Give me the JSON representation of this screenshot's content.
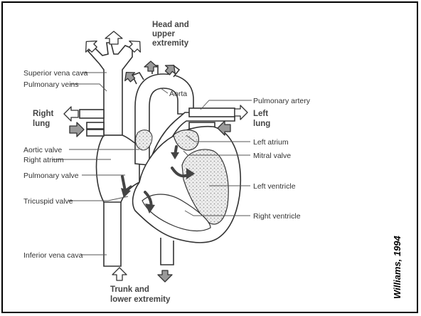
{
  "diagram": {
    "labels": {
      "head": [
        "Head and",
        "upper",
        "extremity"
      ],
      "superior_vena_cava": "Superior vena cava",
      "pulmonary_veins": "Pulmonary veins",
      "right_lung": [
        "Right",
        "lung"
      ],
      "aortic_valve": "Aortic valve",
      "right_atrium": "Right atrium",
      "pulmonary_valve": "Pulmonary valve",
      "tricuspid_valve": "Tricuspid valve",
      "inferior_vena_cava": "Inferior vena cava",
      "trunk": [
        "Trunk and",
        "lower extremity"
      ],
      "aorta": "Aorta",
      "pulmonary_artery": "Pulmonary artery",
      "left_lung": [
        "Left",
        "lung"
      ],
      "left_atrium": "Left atrium",
      "mitral_valve": "Mitral valve",
      "left_ventricle": "Left ventricle",
      "right_ventricle": "Right ventricle"
    },
    "credit": "Williams, 1994"
  }
}
